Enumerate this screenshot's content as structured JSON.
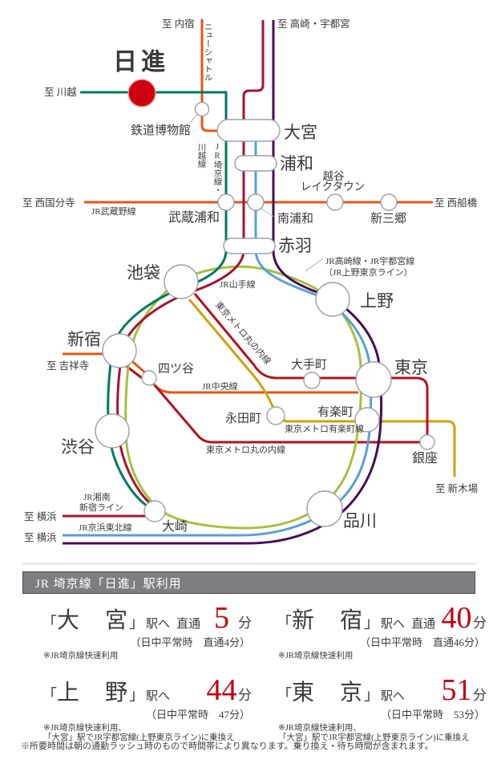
{
  "map": {
    "nisshin": "日進",
    "colors": {
      "saikyo": "#00795f",
      "jr_red": "#a81232",
      "keihin": "#5a9fd4",
      "ueno_tokyo": "#470d54",
      "yamanote": "#a6bf3e",
      "orange": "#e95513",
      "marunouchi": "#b5121f",
      "yurakucho": "#c8a30b",
      "pointer": "#b4b4b4",
      "node_stroke": "#9aa0a6",
      "nisshin_red": "#cf000e"
    },
    "stations": {
      "tetsudo": "鉄道博物館",
      "omiya": "大宮",
      "urawa": "浦和",
      "musashi_urawa": "武蔵浦和",
      "minami_urawa": "南浦和",
      "koshigaya_1": "越谷",
      "koshigaya_2": "レイクタウン",
      "shin_misato": "新三郷",
      "akabane": "赤羽",
      "ikebukuro": "池袋",
      "ueno": "上野",
      "shinjuku": "新宿",
      "yotsuya": "四ツ谷",
      "otemachi": "大手町",
      "tokyo": "東京",
      "nagatacho": "永田町",
      "yurakucho_st": "有楽町",
      "ginza": "銀座",
      "shibuya": "渋谷",
      "osaki": "大崎",
      "shinagawa": "品川"
    },
    "lines": {
      "new_shuttle": "ニューシャトル",
      "saikyo_1": "JR埼京線・",
      "saikyo_2": "川越線",
      "musashino": "JR武蔵野線",
      "takasaki_1": "JR高崎線・JR宇都宮線",
      "takasaki_2": "（JR上野東京ライン）",
      "yamanote": "JR山手線",
      "marunouchi_diag": "東京メトロ丸の内線",
      "chuo": "JR中央線",
      "yurakucho_line": "東京メトロ有楽町線",
      "marunouchi_bottom": "東京メトロ丸の内線",
      "shonan_1": "JR湘南",
      "shonan_2": "新宿ライン",
      "keihin_tohoku": "JR京浜東北線"
    },
    "destinations": {
      "uchijuku": "至 内宿",
      "takasaki": "至 高崎・宇都宮",
      "kawagoe": "至 川越",
      "nishi_kokubunji": "至 西国分寺",
      "nishi_funabashi": "至 西船橋",
      "kichijoji": "至 吉祥寺",
      "shin_kiba": "至 新木場",
      "yokohama1": "至 横浜",
      "yokohama2": "至 横浜"
    }
  },
  "info": {
    "header": "JR 埼京線「日進」駅利用",
    "bracket_open": "「",
    "bracket_close": "」",
    "items": [
      {
        "station": "大　宮",
        "to": "駅へ",
        "mode": "直通",
        "minutes": "5",
        "unit": "分",
        "offpeak": "（日中平常時　直通4分）",
        "note1": "※JR埼京線快速利用",
        "note2": ""
      },
      {
        "station": "新　宿",
        "to": "駅へ",
        "mode": "直通",
        "minutes": "40",
        "unit": "分",
        "offpeak": "（日中平常時　直通46分）",
        "note1": "※JR埼京線快速利用",
        "note2": ""
      },
      {
        "station": "上　野",
        "to": "駅へ",
        "mode": "",
        "minutes": "44",
        "unit": "分",
        "offpeak": "（日中平常時　47分）",
        "note1": "※JR埼京線快速利用、",
        "note2": "「大宮」駅でJR宇都宮線(上野東京ライン)に乗換え"
      },
      {
        "station": "東　京",
        "to": "駅へ",
        "mode": "",
        "minutes": "51",
        "unit": "分",
        "offpeak": "（日中平常時　53分）",
        "note1": "※JR埼京線快速利用、",
        "note2": "「大宮」駅でJR宇都宮線(上野東京ライン)に乗換え"
      }
    ],
    "footnote": "※所要時間は朝の通勤ラッシュ時のもので時間帯により異なります。乗り換え・待ち時間が含まれます。"
  }
}
